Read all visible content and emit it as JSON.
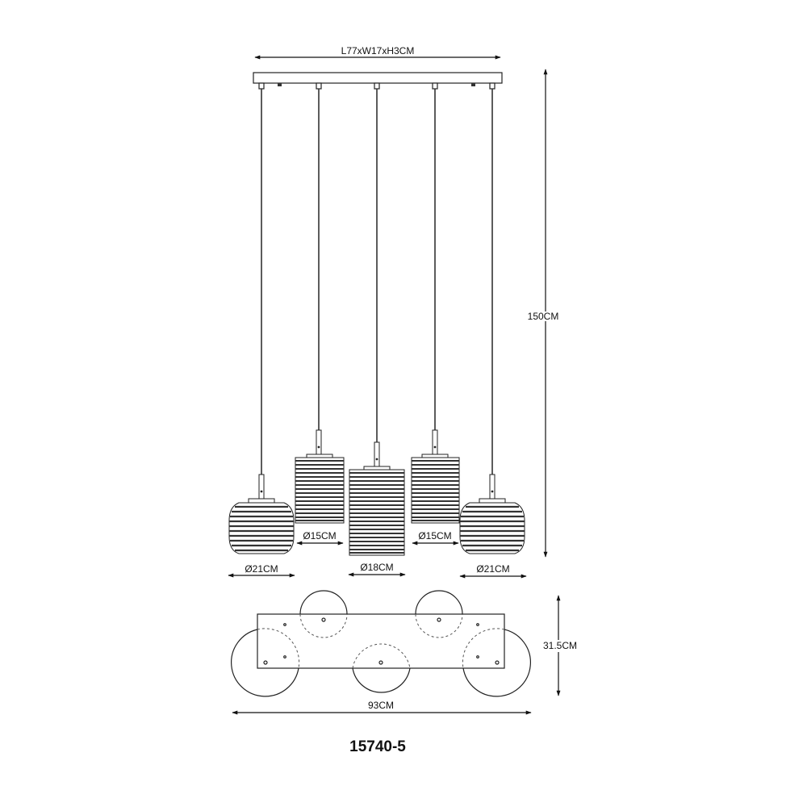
{
  "drawing": {
    "model_number": "15740-5",
    "canopy_dimension": "L77xW17xH3CM",
    "drop_height": "150CM",
    "shades": [
      {
        "position": "far-left",
        "shape": "round-ribbed",
        "diameter_label": "Ø21CM"
      },
      {
        "position": "left",
        "shape": "cylinder-ribbed",
        "diameter_label": "Ø15CM"
      },
      {
        "position": "center",
        "shape": "cylinder-ribbed",
        "diameter_label": "Ø18CM"
      },
      {
        "position": "right",
        "shape": "cylinder-ribbed",
        "diameter_label": "Ø15CM"
      },
      {
        "position": "far-right",
        "shape": "round-ribbed",
        "diameter_label": "Ø21CM"
      }
    ],
    "top_view": {
      "overall_width": "93CM",
      "overall_depth": "31.5CM"
    },
    "colors": {
      "line": "#222222",
      "background": "#ffffff"
    }
  }
}
